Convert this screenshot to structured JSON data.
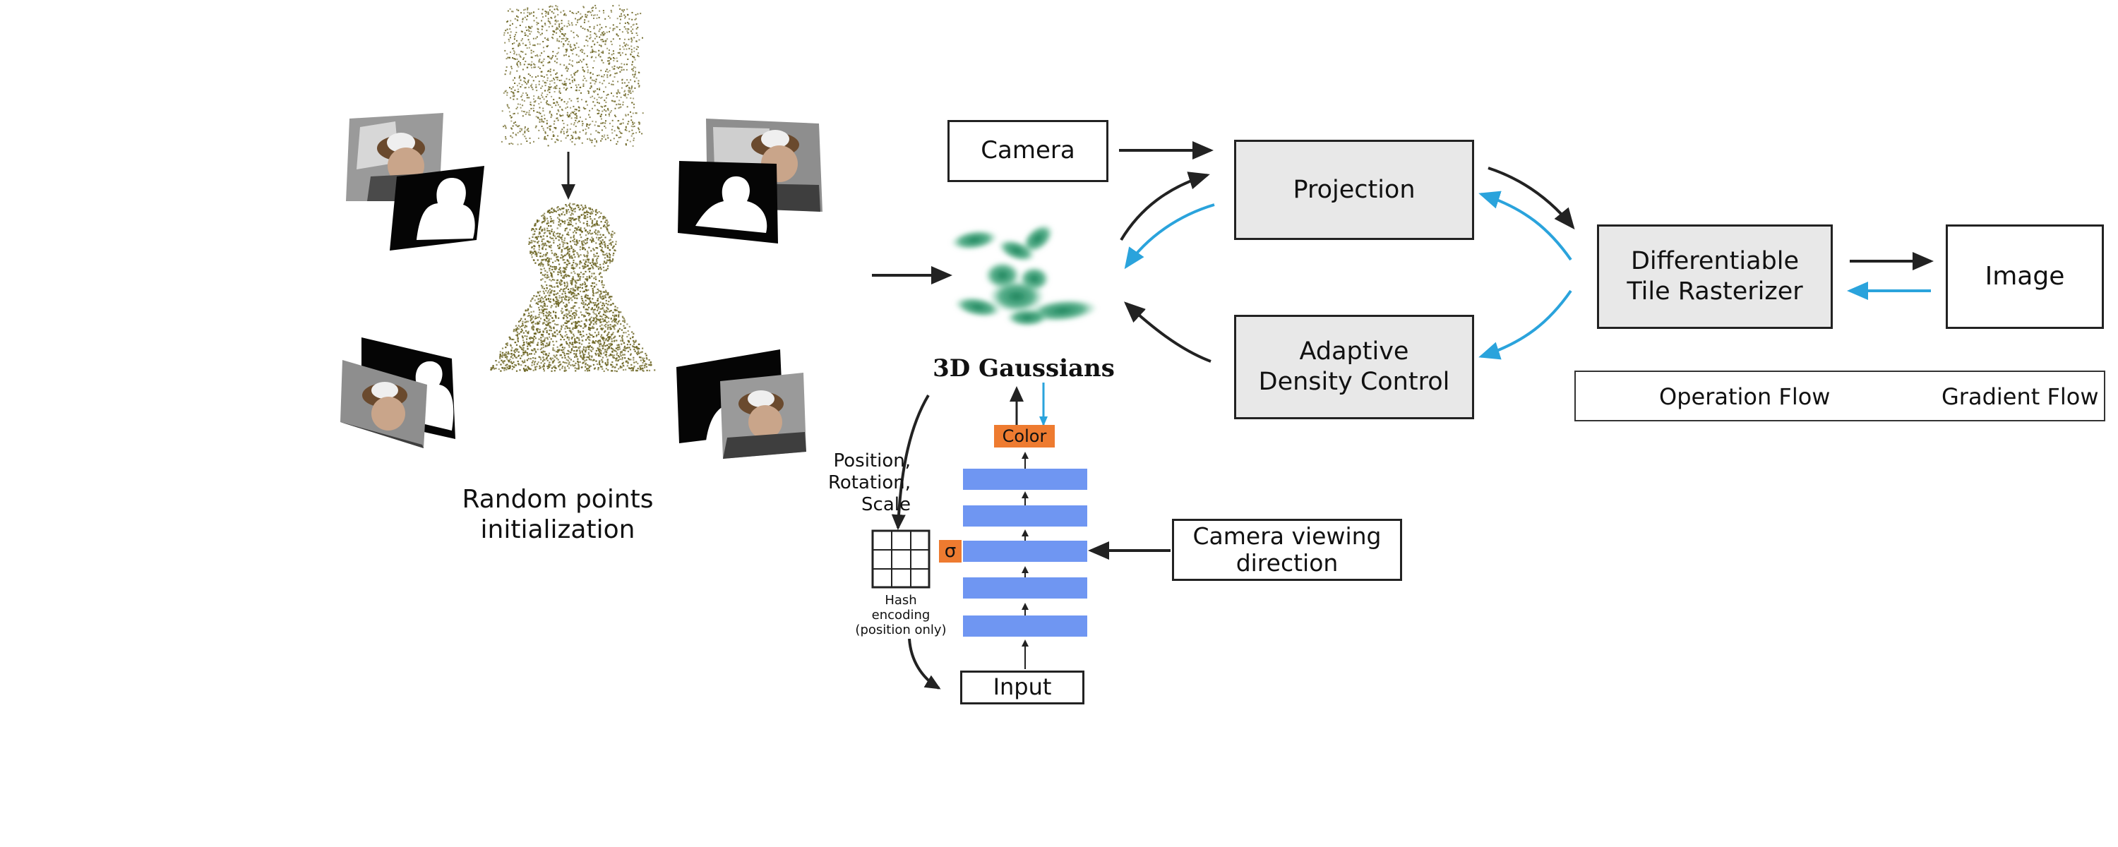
{
  "pipeline": {
    "camera_label": "Camera",
    "projection_label": "Projection",
    "rasterizer_label_line1": "Differentiable",
    "rasterizer_label_line2": "Tile Rasterizer",
    "image_label": "Image",
    "density_label_line1": "Adaptive",
    "density_label_line2": "Density Control",
    "gaussians_label": "3D Gaussians"
  },
  "initialization": {
    "caption_line1": "Random points",
    "caption_line2": "initialization"
  },
  "network": {
    "pos_label_line1": "Position,",
    "pos_label_line2": "Rotation,",
    "pos_label_line3": "Scale",
    "hash_label_line1": "Hash",
    "hash_label_line2": "encoding",
    "hash_label_line3": "(position only)",
    "sigma_label": "σ",
    "color_label": "Color",
    "input_label": "Input",
    "view_dir_line1": "Camera viewing",
    "view_dir_line2": "direction"
  },
  "legend": {
    "operation_label": "Operation Flow",
    "gradient_label": "Gradient Flow"
  },
  "colors": {
    "operation_arrow": "#222222",
    "gradient_arrow": "#2aa3dc",
    "box_gray": "#e8e8e8",
    "mlp_layer": "#6f96f2",
    "accent_orange": "#ee7b30",
    "point_cloud": "#6b6422",
    "gaussian_green": "#1f8a5c"
  },
  "icons": [
    "camera-photo",
    "silhouette-mask",
    "point-cloud",
    "gaussian-blobs",
    "hash-grid"
  ]
}
